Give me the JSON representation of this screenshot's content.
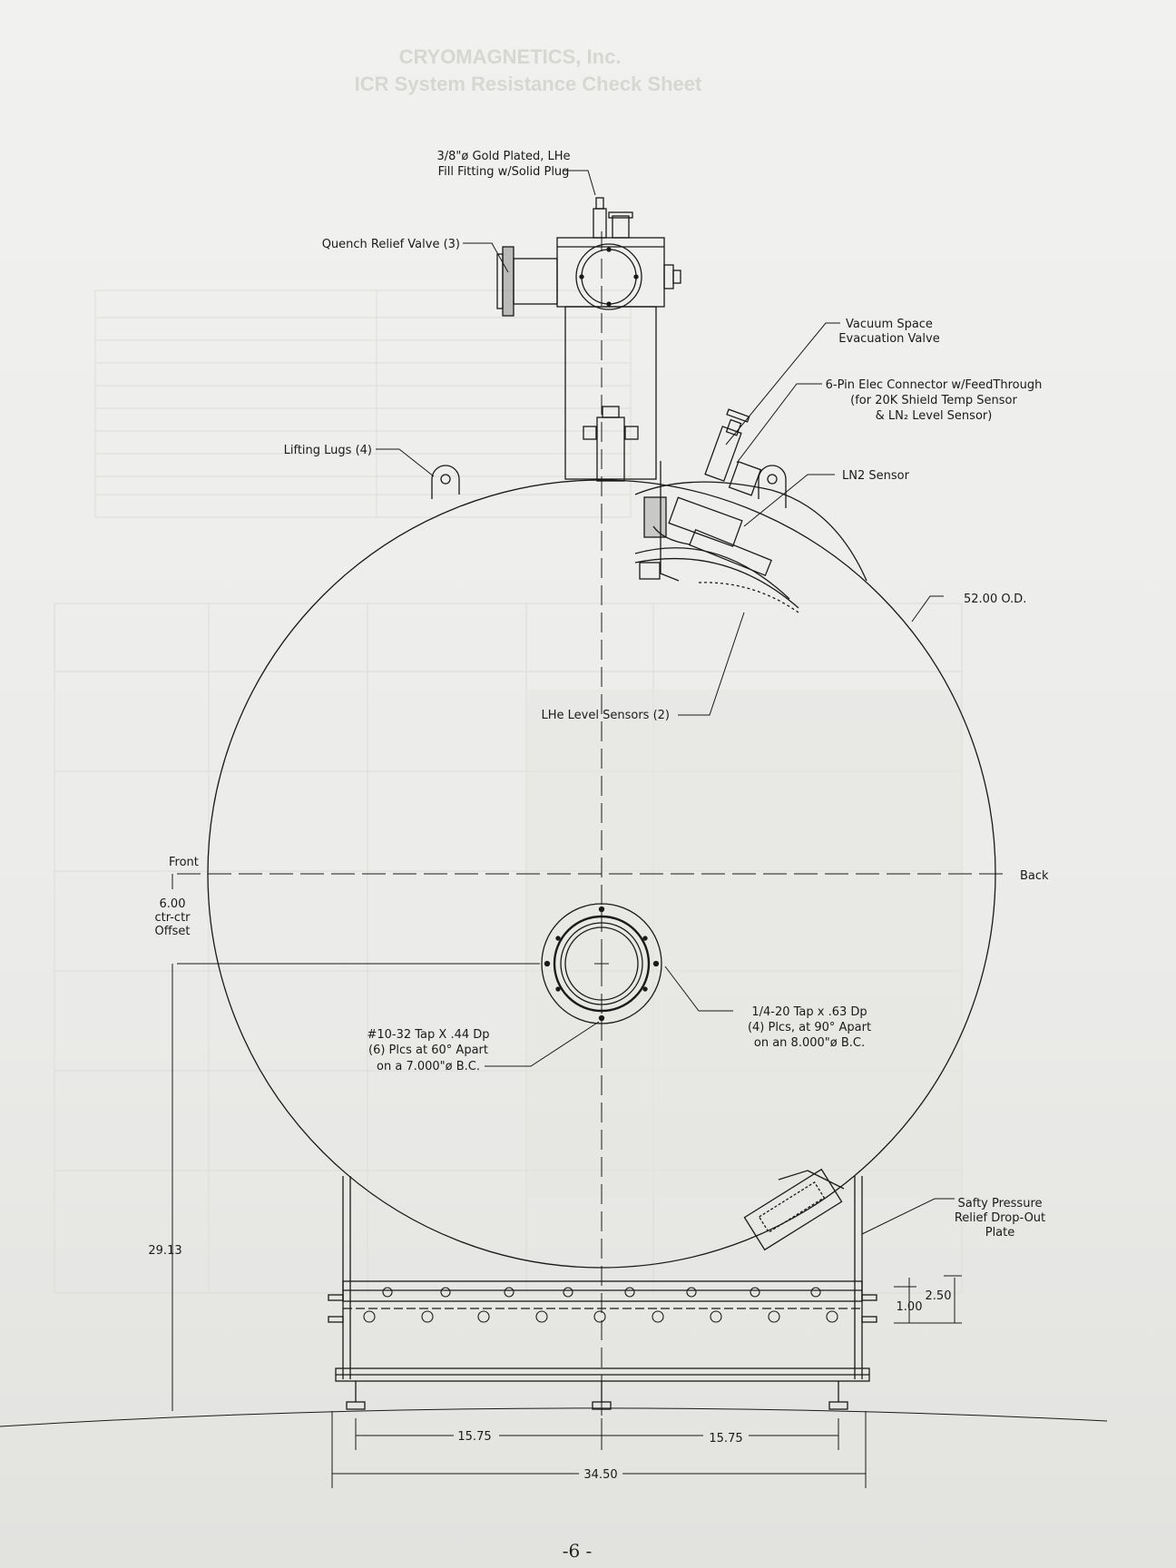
{
  "header": {
    "company": "CRYOMAGNETICS, Inc.",
    "sheet_title": "ICR System Resistance Check Sheet"
  },
  "callouts": {
    "fill_fitting": [
      "3/8\"ø Gold Plated, LHe",
      "Fill Fitting w/Solid Plug"
    ],
    "quench_relief": "Quench Relief Valve (3)",
    "vacuum_valve": [
      "Vacuum Space",
      "Evacuation Valve"
    ],
    "elec_connector": [
      "6-Pin Elec Connector w/FeedThrough",
      "(for 20K Shield Temp Sensor",
      "& LN₂ Level Sensor)"
    ],
    "lifting_lugs": "Lifting Lugs (4)",
    "ln2_sensor": "LN2 Sensor",
    "od": "52.00 O.D.",
    "lhe_sensors": "LHe Level Sensors (2)",
    "front": "Front",
    "back": "Back",
    "offset": [
      "6.00",
      "ctr-ctr",
      "Offset"
    ],
    "tap_quarter": [
      "1/4-20 Tap x .63 Dp",
      "(4) Plcs, at 90° Apart",
      "on an 8.000\"ø B.C."
    ],
    "tap_ten": [
      "#10-32 Tap X .44 Dp",
      "(6) Plcs at 60° Apart",
      "on a 7.000\"ø B.C."
    ],
    "safety_plate": [
      "Safty Pressure",
      "Relief Drop-Out",
      "Plate"
    ]
  },
  "dimensions": {
    "height": "29.13",
    "rail_outer": "2.50",
    "rail_inner": "1.00",
    "left_half": "15.75",
    "right_half": "15.75",
    "overall_width": "34.50"
  },
  "page_number": "-6 -"
}
